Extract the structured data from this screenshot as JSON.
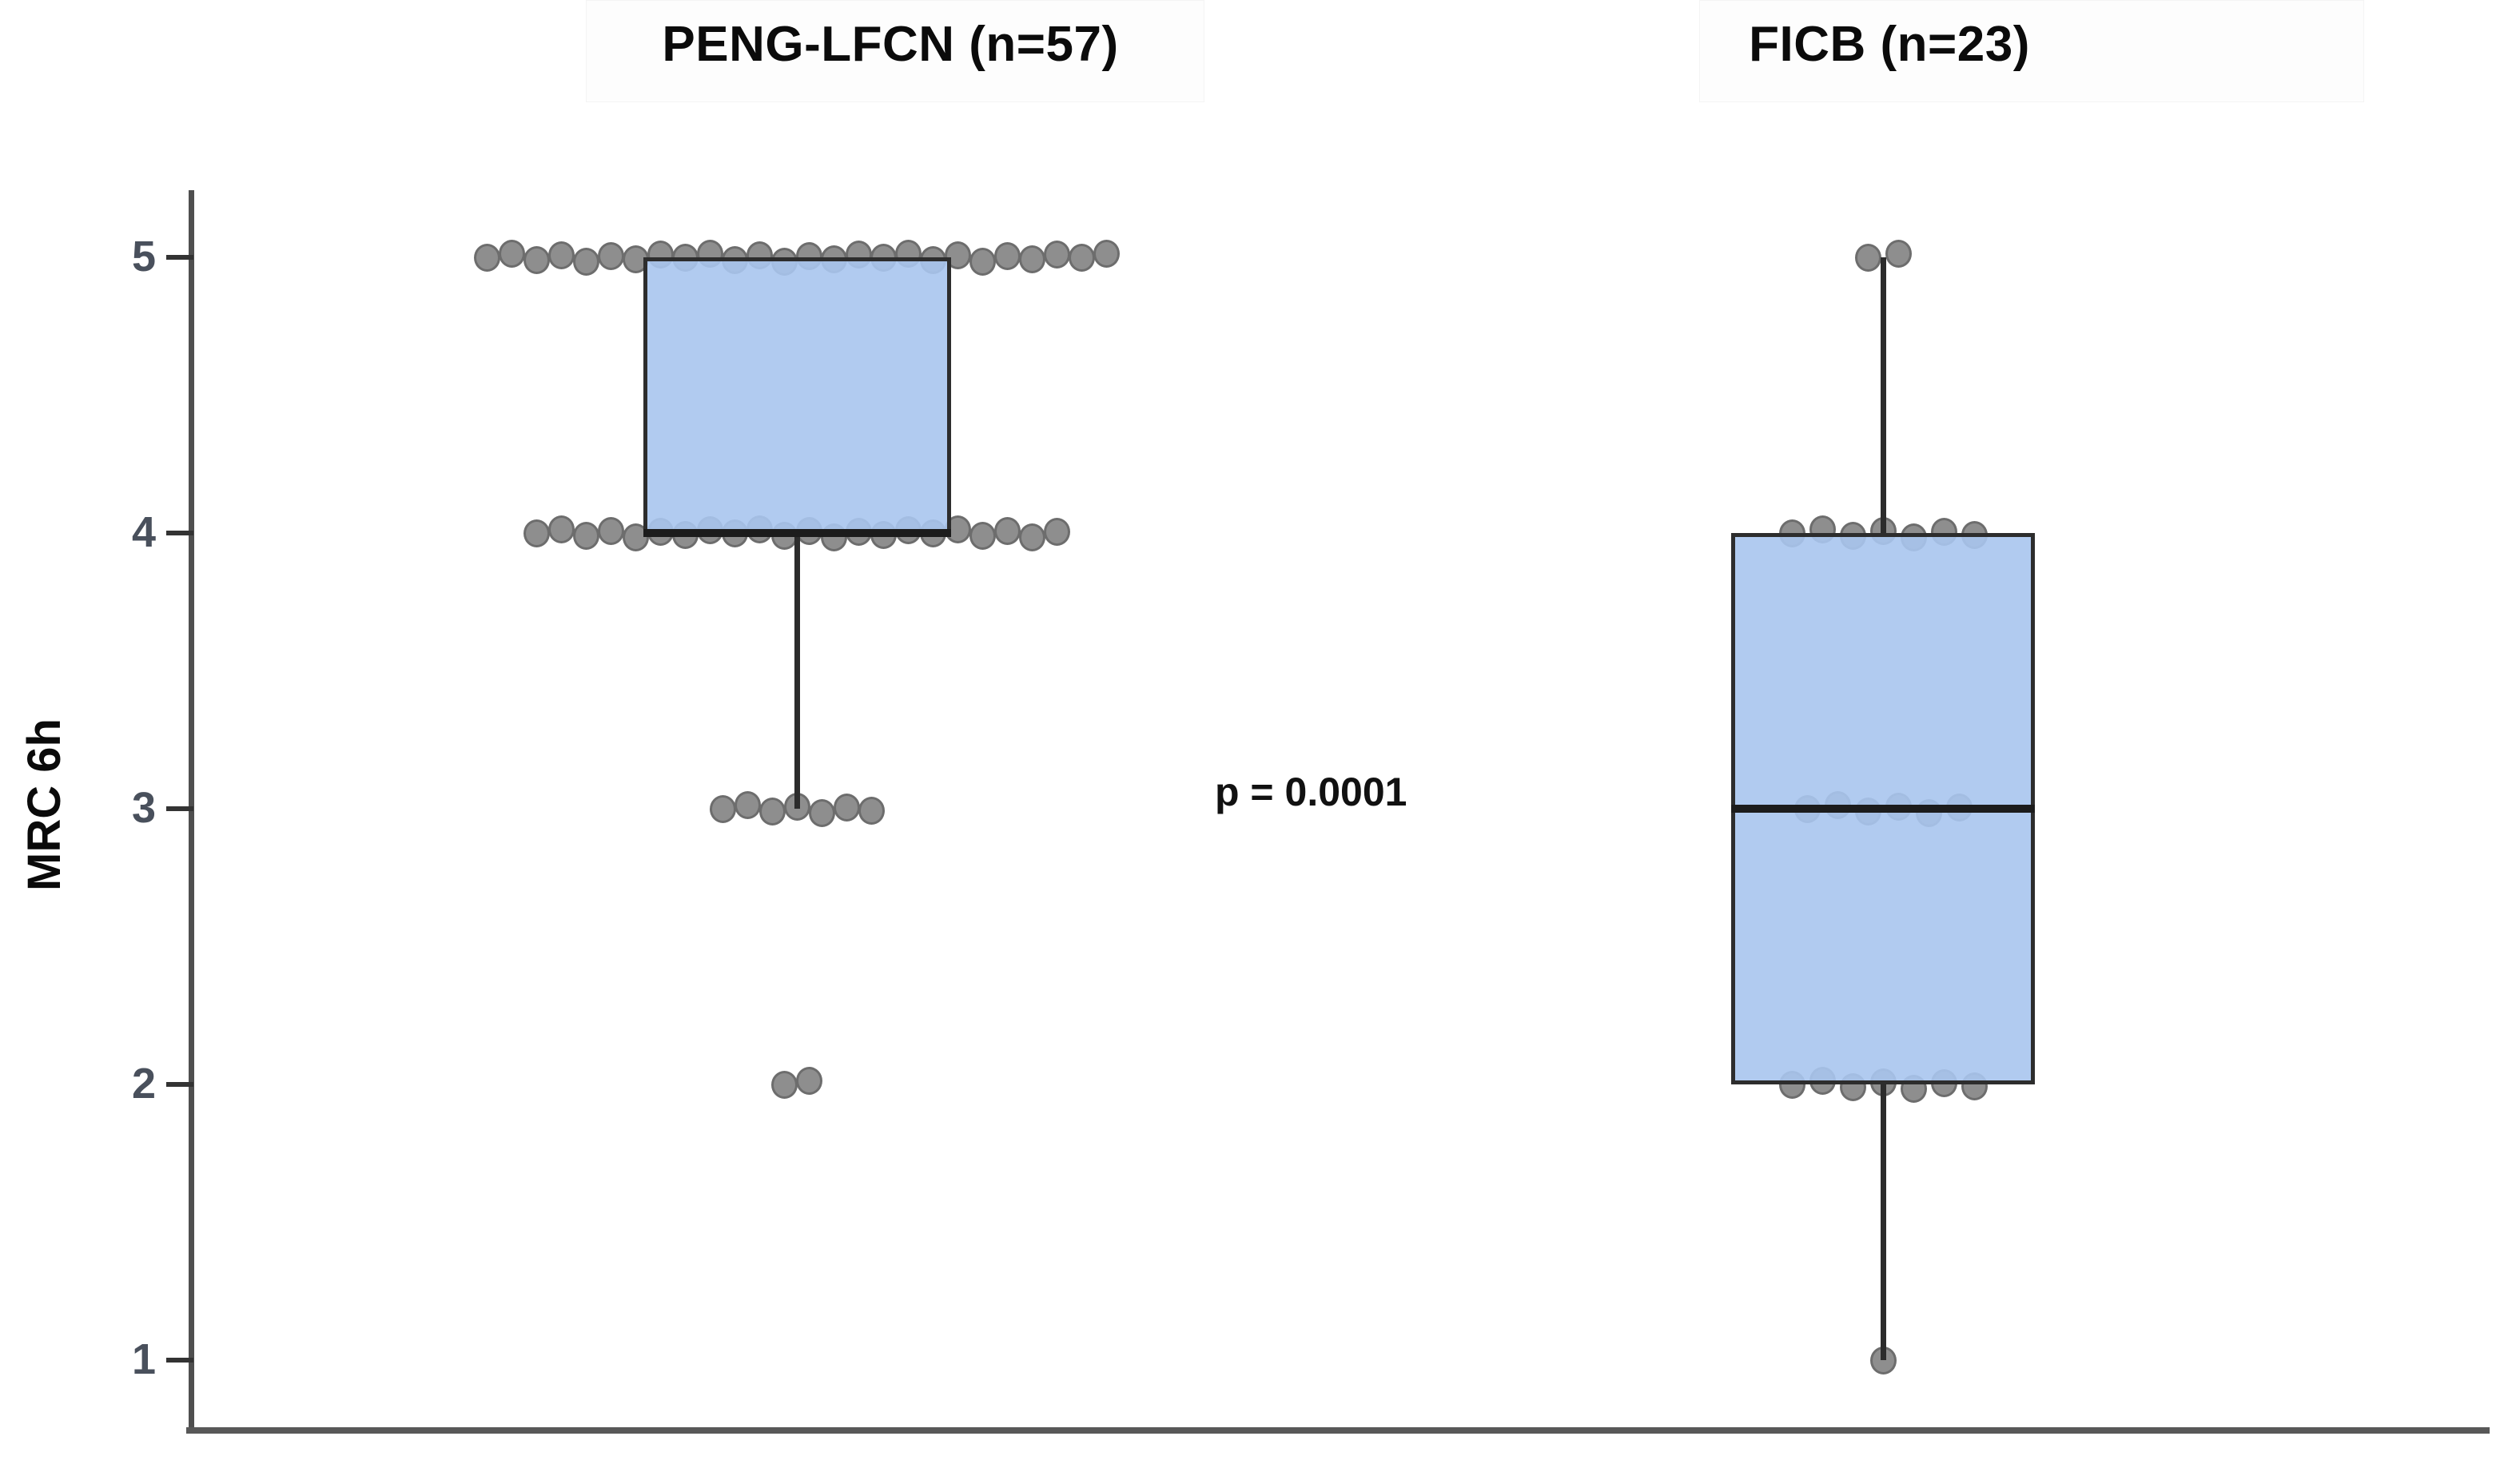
{
  "figure_titles": {
    "left": "PENG-LFCN (n=57)",
    "right": "FICB (n=23)"
  },
  "chart_data": {
    "type": "box",
    "ylabel": "MRC 6h",
    "yticks": [
      1,
      2,
      3,
      4,
      5
    ],
    "ylim": [
      0.7,
      5.3
    ],
    "grid": false,
    "annotation": "p = 0.0001",
    "groups": [
      {
        "label": "PENG-LFCN (n=57)",
        "n": 57,
        "q1": 4,
        "median": 4,
        "q3": 5,
        "whisker_low": 3,
        "whisker_high": 5,
        "outliers": [
          2,
          2
        ],
        "points": {
          "5": 26,
          "4": 22,
          "3": 7,
          "2": 2
        }
      },
      {
        "label": "FICB (n=23)",
        "n": 23,
        "q1": 2,
        "median": 3,
        "q3": 4,
        "whisker_low": 1,
        "whisker_high": 5,
        "outliers": [],
        "points": {
          "5": 2,
          "4": 7,
          "3": 6,
          "2": 7,
          "1": 1
        }
      }
    ],
    "colors": {
      "box_fill": "#a8c5ee",
      "box_border": "#2d2d2d",
      "median": "#1c1c1c",
      "dot_fill": "#8e8e8e",
      "dot_border": "#6d6d6d",
      "axis": "#4f4f4f"
    }
  }
}
